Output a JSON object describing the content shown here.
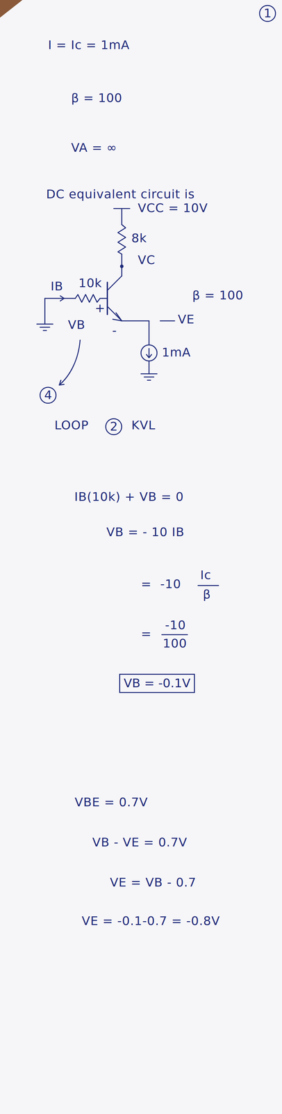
{
  "diagram": {
    "nodes": [
      {
        "text": [
          "1"
        ]
      },
      {
        "text": [
          "4"
        ]
      },
      {
        "text": [
          "2"
        ]
      },
      {
        "text": [
          "VB = -0.1V"
        ]
      }
    ],
    "labels": [
      "I = Ic = 1mA",
      "β = 100",
      "VA = ∞",
      "DC equivalent circuit is",
      "VCC = 10V",
      "8k",
      "VC",
      "10k",
      "IB",
      "β = 100",
      "+",
      "-",
      "VB",
      "VE",
      "1mA",
      "LOOP",
      "KVL",
      "IB(10k) + VB = 0",
      "VB = - 10 IB",
      "=",
      "-10",
      "Ic",
      "β",
      "=",
      "-10",
      "100",
      "VBE = 0.7V",
      "VB - VE = 0.7V",
      "VE = VB - 0.7",
      "VE = -0.1-0.7 = -0.8V"
    ]
  }
}
